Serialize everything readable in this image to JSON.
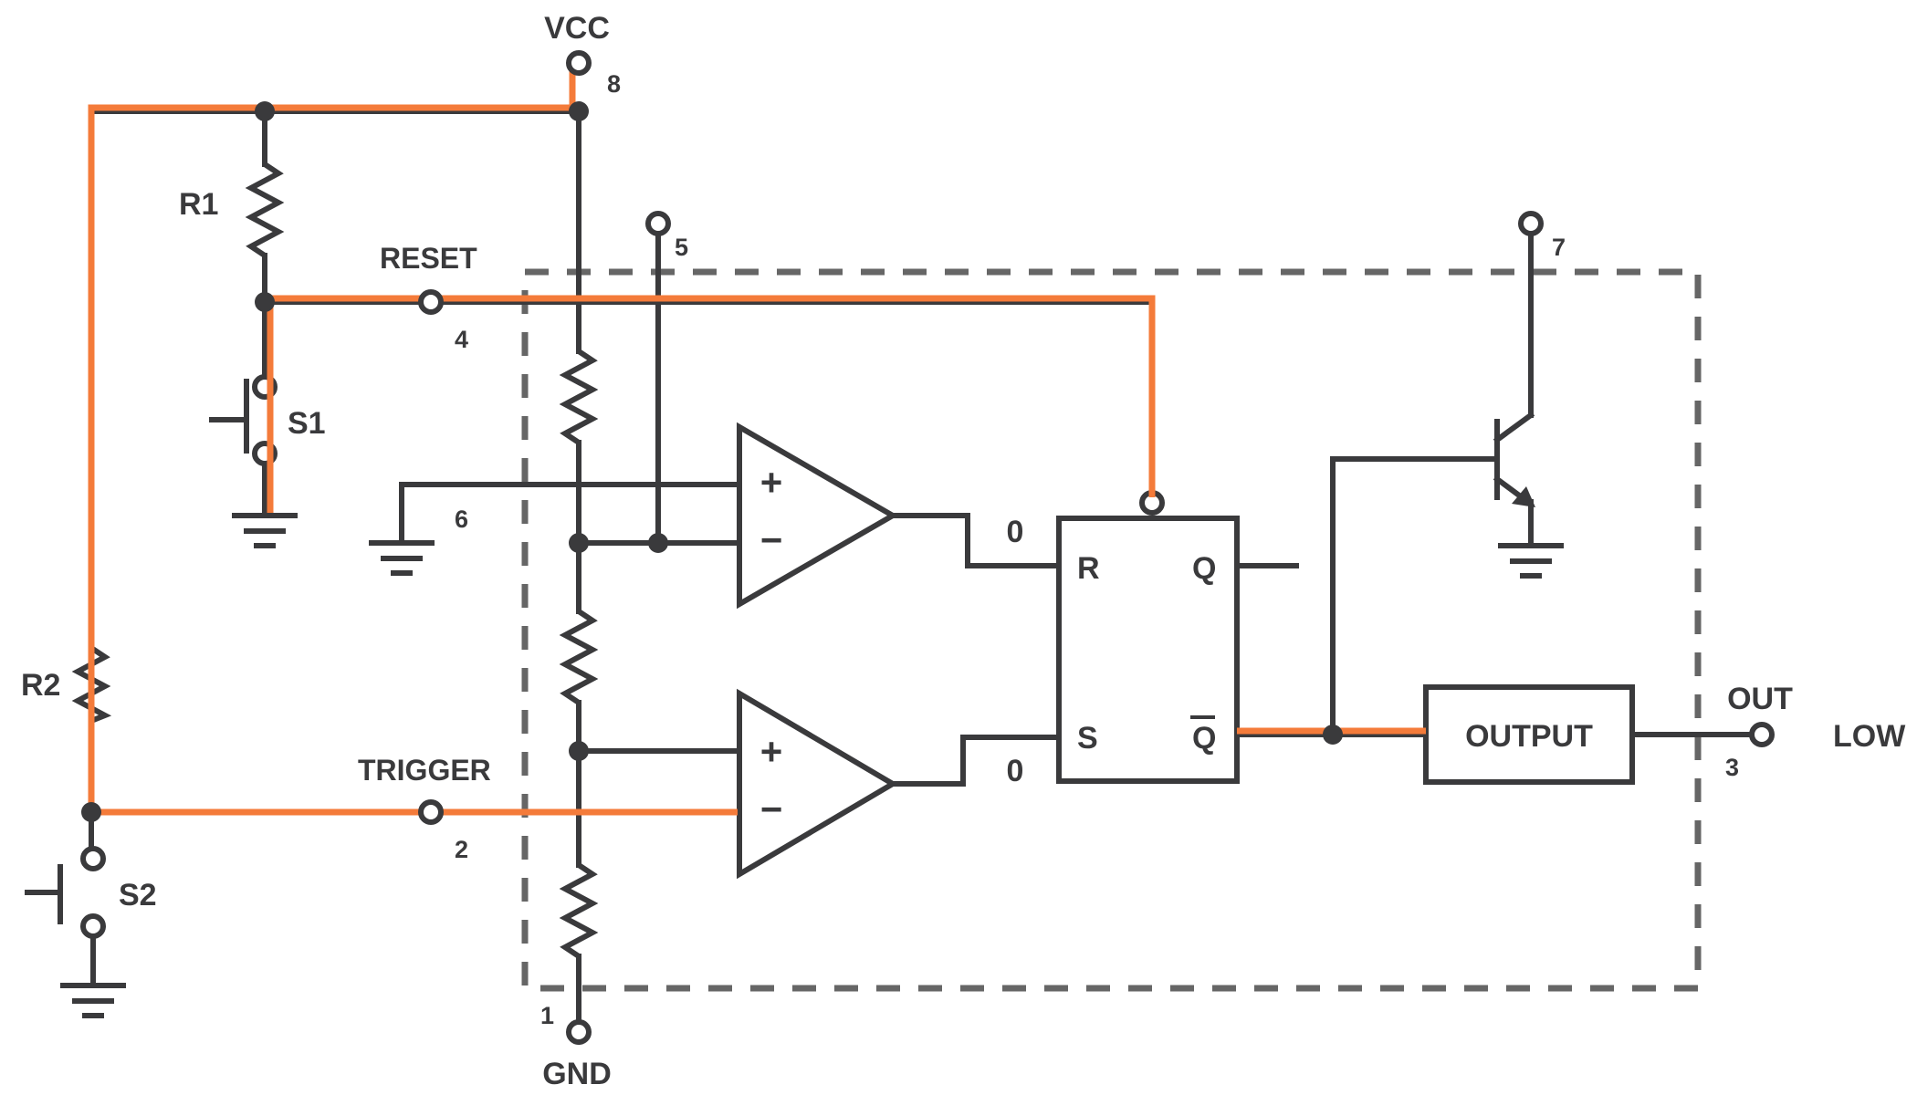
{
  "diagram": {
    "supply": {
      "label": "VCC",
      "pin": "8"
    },
    "ground": {
      "label": "GND",
      "pin": "1"
    },
    "resistors": {
      "r1": "R1",
      "r2": "R2"
    },
    "switches": {
      "s1": "S1",
      "s2": "S2"
    },
    "reset": {
      "label": "RESET",
      "pin": "4"
    },
    "trigger": {
      "label": "TRIGGER",
      "pin": "2"
    },
    "threshold": {
      "pin": "6"
    },
    "control": {
      "pin": "5"
    },
    "discharge": {
      "pin": "7"
    },
    "comparators": {
      "upper": {
        "plus": "+",
        "minus": "−",
        "output_value": "0"
      },
      "lower": {
        "plus": "+",
        "minus": "−",
        "output_value": "0"
      }
    },
    "flipflop": {
      "r": "R",
      "s": "S",
      "q": "Q",
      "qbar": "Q"
    },
    "output_stage": {
      "label": "OUTPUT"
    },
    "output": {
      "label": "OUT",
      "pin": "3",
      "state": "LOW"
    },
    "colors": {
      "wire": "#3a3a3c",
      "highlight": "#f47b3a",
      "package_outline": "#666666"
    }
  }
}
